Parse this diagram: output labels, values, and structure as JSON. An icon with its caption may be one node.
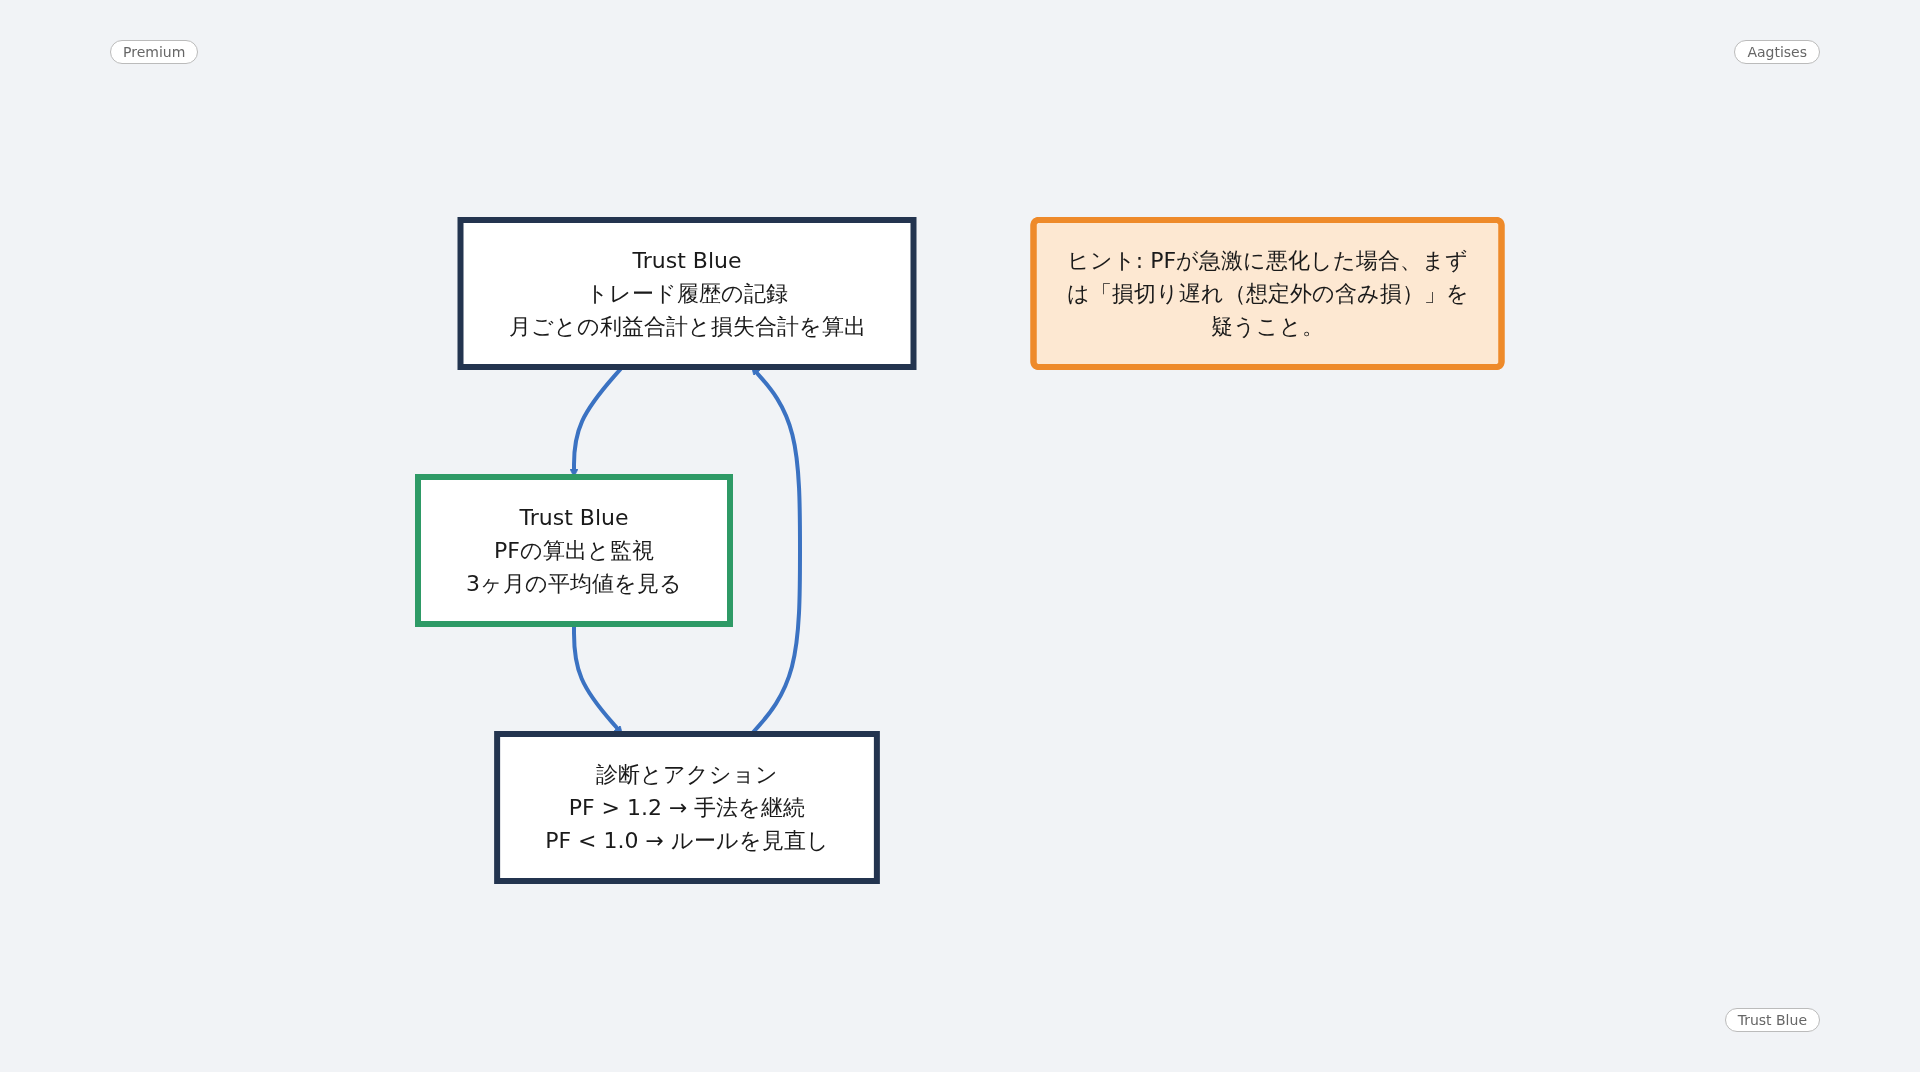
{
  "diagram": {
    "nodes": [
      {
        "text": [
          "Trust Blue",
          "トレード履歴の記録",
          "月ごとの利益合計と損失合計を算出"
        ]
      },
      {
        "text": [
          "Trust Blue",
          "PFの算出と監視",
          "3ヶ月の平均値を見る"
        ]
      },
      {
        "text": [
          "診断とアクション",
          "PF > 1.2 → 手法を継続",
          "PF < 1.0 → ルールを見直し"
        ]
      },
      {
        "text": [
          "ヒント: PFが急激に悪化した場合、まずは「損切り遅れ（想定外の含み損）」を疑うこと。"
        ]
      }
    ],
    "edges": [
      {
        "from": 0,
        "to": 1,
        "arrow": "to"
      },
      {
        "from": 1,
        "to": 2,
        "arrow": "to"
      },
      {
        "from": 2,
        "to": 0,
        "arrow": "to"
      }
    ],
    "labels": [
      "Premium",
      "Aagtises",
      "Trust Blue"
    ]
  }
}
